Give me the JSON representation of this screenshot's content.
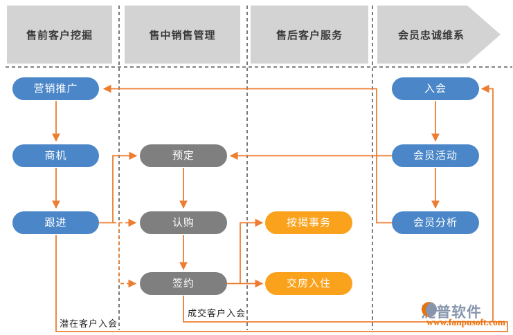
{
  "lanes": [
    {
      "label": "售前客户挖掘"
    },
    {
      "label": "售中销售管理"
    },
    {
      "label": "售后客户服务"
    },
    {
      "label": "会员忠诚维系"
    }
  ],
  "nodes": {
    "marketing": {
      "label": "营销推广"
    },
    "opportunity": {
      "label": "商机"
    },
    "followup": {
      "label": "跟进"
    },
    "reserve": {
      "label": "预定"
    },
    "subscribe": {
      "label": "认购"
    },
    "sign": {
      "label": "签约"
    },
    "mortgage": {
      "label": "按揭事务"
    },
    "handover": {
      "label": "交房入住"
    },
    "join": {
      "label": "入会"
    },
    "activity": {
      "label": "会员活动"
    },
    "analysis": {
      "label": "会员分析"
    }
  },
  "annotations": {
    "potential_join": "潜在客户入会",
    "deal_join": "成交客户入会"
  },
  "branding": {
    "name": "泛普软件",
    "url": "www.fanpusoft.com"
  },
  "colors": {
    "node_blue": "#4a86c8",
    "node_gray": "#7f7f7f",
    "node_orange": "#faa21b",
    "arrow": "#ed7d31",
    "lane_bg": "#d3d3d3",
    "lane_text": "#3b3b3b",
    "dash_line": "#595959",
    "brand_text": "#8896ad",
    "brand_url": "#e8720c"
  }
}
